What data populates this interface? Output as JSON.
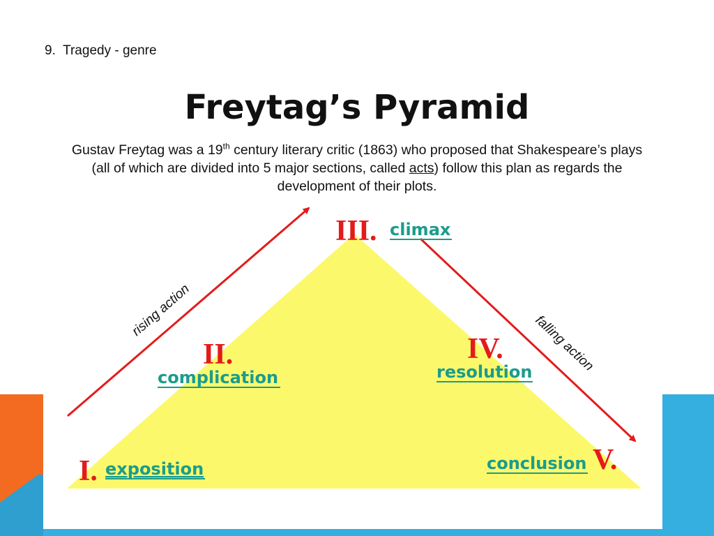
{
  "header": {
    "number": "9.",
    "title": "Tragedy - genre"
  },
  "slide": {
    "title": "Freytag’s Pyramid",
    "intro_part1": "Gustav Freytag was a 19",
    "intro_sup": "th",
    "intro_part2": " century literary critic (1863) who proposed that Shakespeare’s plays (all of which are divided into 5 major sections, called ",
    "intro_link": "acts",
    "intro_part3": ") follow this plan as regards the development of their plots."
  },
  "pyramid": {
    "stages": [
      {
        "numeral": "I.",
        "label": "exposition"
      },
      {
        "numeral": "II.",
        "label": "complication"
      },
      {
        "numeral": "III.",
        "label": "climax"
      },
      {
        "numeral": "IV.",
        "label": "resolution"
      },
      {
        "numeral": "V.",
        "label": "conclusion"
      }
    ],
    "rising_label": "rising action",
    "falling_label": "falling action"
  },
  "colors": {
    "pyramid_fill": "#fbf96b",
    "numeral": "#e31b1b",
    "stage_label": "#1b9c8c",
    "arrow": "#e31b1b",
    "accent_orange": "#f26b21",
    "accent_blue": "#35aee0"
  }
}
